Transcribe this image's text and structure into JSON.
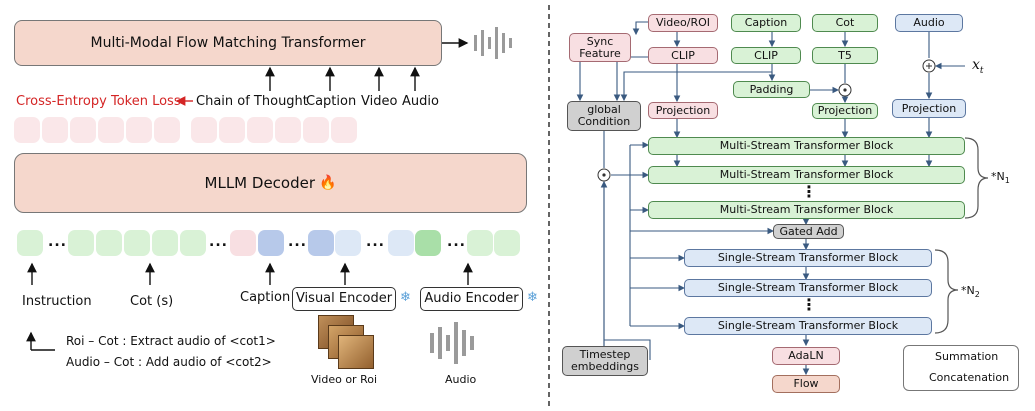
{
  "left": {
    "flow_transformer": "Multi-Modal Flow Matching Transformer",
    "loss_label": "Cross-Entropy Token Loss",
    "cond_labels": [
      "Chain of Thought",
      "Caption",
      "Video",
      "Audio"
    ],
    "mllm_decoder": "MLLM Decoder",
    "fire_icon": "🔥",
    "input_labels": {
      "instruction": "Instruction",
      "cot": "Cot (s)",
      "caption": "Caption",
      "visual_encoder": "Visual Encoder",
      "audio_encoder": "Audio Encoder"
    },
    "snowflake_icon": "❄",
    "examples": [
      "Roi – Cot : Extract audio of <cot1>",
      "Audio – Cot : Add audio of <cot2>"
    ],
    "video_label": "Video or Roi",
    "audio_label": "Audio",
    "ellipsis": "..."
  },
  "right": {
    "video_roi": "Video/ROI",
    "caption": "Caption",
    "cot": "Cot",
    "audio": "Audio",
    "sync_feature": "Sync Feature",
    "clip1": "CLIP",
    "clip2": "CLIP",
    "t5": "T5",
    "xt_base": "x",
    "xt_sub": "t",
    "padding": "Padding",
    "global_condition": "global Condition",
    "projection1": "Projection",
    "projection2": "Projection",
    "projection3": "Projection",
    "ms_block": "Multi-Stream Transformer Block",
    "gated_add": "Gated Add",
    "ss_block": "Single-Stream Transformer Block",
    "n1_base": "*N",
    "n1_sub": "1",
    "n2_base": "*N",
    "n2_sub": "2",
    "timestep": "Timestep embeddings",
    "adaln": "AdaLN",
    "flow": "Flow",
    "legend_sum": "Summation",
    "legend_concat": "Concatenation",
    "vdots": "⋮"
  },
  "colors": {
    "salmon": "#f5d7cc",
    "green": "#d9f2d6",
    "pink": "#f8dfe2",
    "blue": "#dde8f6",
    "gray": "#d0d0d0",
    "loss_red": "#d42525"
  }
}
